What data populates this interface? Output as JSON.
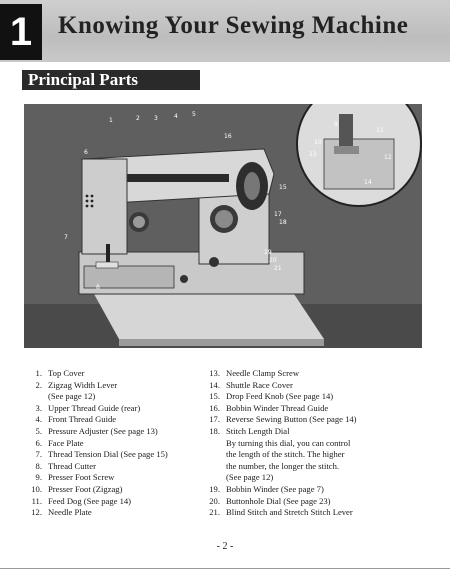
{
  "header": {
    "chapter_number": "1",
    "title": "Knowing Your Sewing Machine"
  },
  "section": {
    "title": "Principal Parts"
  },
  "figure": {
    "callout_numbers": [
      "1",
      "2",
      "3",
      "4",
      "5",
      "6",
      "7",
      "8",
      "9",
      "10",
      "11",
      "12",
      "13",
      "14",
      "15",
      "16",
      "17",
      "18",
      "19",
      "20",
      "21"
    ]
  },
  "parts_left": [
    {
      "num": "1.",
      "label": "Top Cover"
    },
    {
      "num": "2.",
      "label": "Zigzag Width Lever"
    },
    {
      "num": "",
      "label": "(See page 12)"
    },
    {
      "num": "3.",
      "label": "Upper Thread Guide (rear)"
    },
    {
      "num": "4.",
      "label": "Front Thread Guide"
    },
    {
      "num": "5.",
      "label": "Pressure Adjuster (See page 13)"
    },
    {
      "num": "6.",
      "label": "Face Plate"
    },
    {
      "num": "7.",
      "label": "Thread Tension Dial (See page 15)"
    },
    {
      "num": "8.",
      "label": "Thread Cutter"
    },
    {
      "num": "9.",
      "label": "Presser Foot Screw"
    },
    {
      "num": "10.",
      "label": "Presser Foot (Zigzag)"
    },
    {
      "num": "11.",
      "label": "Feed Dog (See page 14)"
    },
    {
      "num": "12.",
      "label": "Needle Plate"
    }
  ],
  "parts_right": [
    {
      "num": "13.",
      "label": "Needle Clamp Screw"
    },
    {
      "num": "14.",
      "label": "Shuttle Race Cover"
    },
    {
      "num": "15.",
      "label": "Drop Feed Knob (See page 14)"
    },
    {
      "num": "16.",
      "label": "Bobbin Winder Thread Guide"
    },
    {
      "num": "17.",
      "label": "Reverse Sewing Button (See page 14)"
    },
    {
      "num": "18.",
      "label": "Stitch Length Dial"
    },
    {
      "num": "",
      "label": "By turning this dial, you can control"
    },
    {
      "num": "",
      "label": "the length of the stitch. The higher"
    },
    {
      "num": "",
      "label": "the number, the longer the stitch."
    },
    {
      "num": "",
      "label": "(See page 12)"
    },
    {
      "num": "19.",
      "label": "Bobbin Winder (See page 7)"
    },
    {
      "num": "20.",
      "label": "Buttonhole Dial (See page 23)"
    },
    {
      "num": "21.",
      "label": "Blind Stitch and Stretch Stitch Lever"
    }
  ],
  "footer": {
    "page_number": "- 2 -"
  }
}
